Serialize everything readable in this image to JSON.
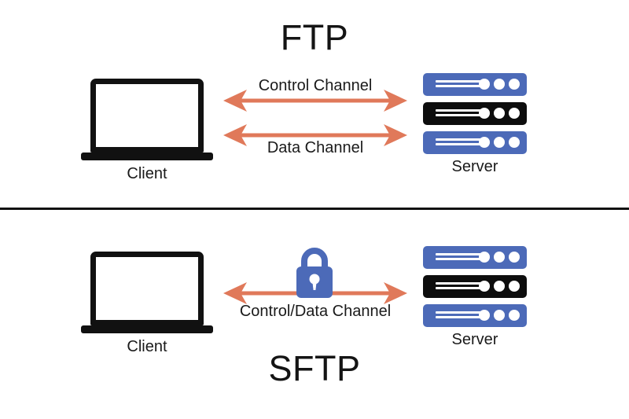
{
  "diagram": {
    "title_top": "FTP",
    "title_bottom": "SFTP",
    "background": "#ffffff",
    "colors": {
      "arrow": "#e0795a",
      "server_blue": "#4c6ab8",
      "server_black": "#0d0d0d",
      "lock_blue": "#4c6ab8",
      "text": "#1a1a1a",
      "divider": "#111111"
    }
  },
  "ftp_section": {
    "title": "FTP",
    "client_label": "Client",
    "server_label": "Server",
    "channels": [
      {
        "label": "Control Channel",
        "direction": "bidirectional",
        "label_position": "above"
      },
      {
        "label": "Data Channel",
        "direction": "bidirectional",
        "label_position": "below"
      }
    ],
    "server_racks": [
      {
        "color": "#4c6ab8",
        "leds": 3,
        "lines": 2
      },
      {
        "color": "#0d0d0d",
        "leds": 3,
        "lines": 2
      },
      {
        "color": "#4c6ab8",
        "leds": 3,
        "lines": 2
      }
    ]
  },
  "sftp_section": {
    "title": "SFTP",
    "client_label": "Client",
    "server_label": "Server",
    "channels": [
      {
        "label": "Control/Data Channel",
        "direction": "bidirectional",
        "label_position": "below"
      }
    ],
    "security_icon": "lock-icon",
    "server_racks": [
      {
        "color": "#4c6ab8",
        "leds": 3,
        "lines": 2
      },
      {
        "color": "#0d0d0d",
        "leds": 3,
        "lines": 2
      },
      {
        "color": "#4c6ab8",
        "leds": 3,
        "lines": 2
      }
    ]
  }
}
